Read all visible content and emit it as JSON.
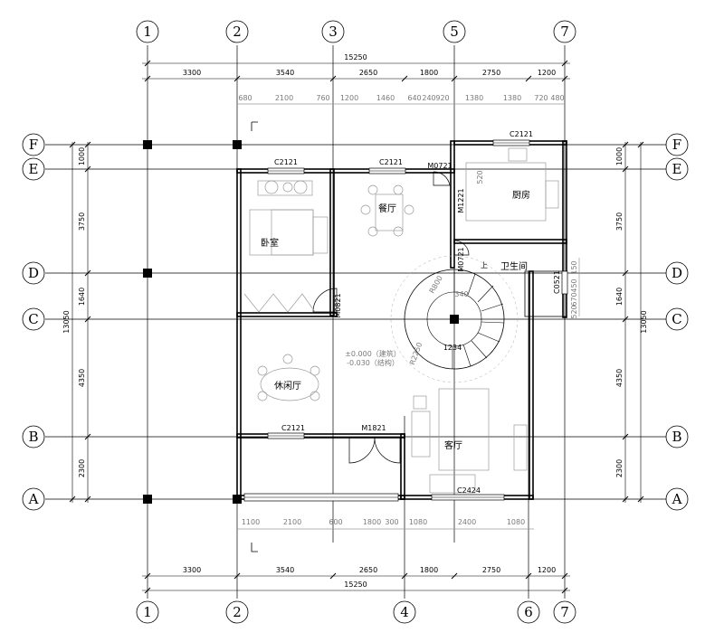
{
  "grid": {
    "cols_top": [
      "1",
      "2",
      "3",
      "5",
      "7"
    ],
    "cols_bottom": [
      "1",
      "2",
      "4",
      "6",
      "7"
    ],
    "rows": [
      "F",
      "E",
      "D",
      "C",
      "B",
      "A"
    ]
  },
  "dims": {
    "top_total": "15250",
    "top_segments": [
      "3300",
      "3540",
      "2650",
      "1800",
      "2750",
      "1200"
    ],
    "top_inner": [
      "680",
      "2100",
      "760",
      "1200",
      "1460",
      "640",
      "240",
      "920",
      "1380",
      "1380",
      "720",
      "480"
    ],
    "bottom_total": "15250",
    "bottom_segments": [
      "3300",
      "3540",
      "2650",
      "1800",
      "2750",
      "1200"
    ],
    "bottom_inner": [
      "1100",
      "2100",
      "600",
      "1800",
      "300",
      "1080",
      "2400",
      "1080"
    ],
    "side_total": "13050",
    "side_segments": [
      "1000",
      "3750",
      "1640",
      "4350",
      "2300"
    ],
    "right_detail": [
      "150",
      "450",
      "670",
      "520"
    ]
  },
  "rooms": {
    "bedroom": "卧室",
    "dining": "餐厅",
    "kitchen": "厨房",
    "bathroom": "卫生间",
    "lounge": "休闲厅",
    "living": "客厅"
  },
  "labels": {
    "win_c2121": "C2121",
    "win_c2424": "C2424",
    "win_c0521": "C0521",
    "door_m0721": "M0721",
    "door_m1221": "M1221",
    "door_m0821": "M0821",
    "door_m1821": "M1821",
    "stair_up": "上",
    "stair_steps": "1234",
    "elev_main": "±0.000（建筑）",
    "elev_sub": "-0.030（结构）",
    "kitchen_dim": "520",
    "radius_a": "R800",
    "radius_b": "R2250",
    "stair_dim": "340"
  }
}
